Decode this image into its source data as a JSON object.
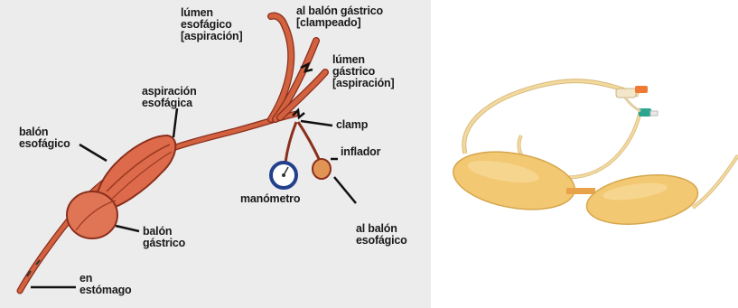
{
  "diagram": {
    "labels": {
      "lumen_esofagico": "lúmen\nesofágico\n[aspiración]",
      "al_balon_gastrico": "al balón gástrico\n[clampeado]",
      "lumen_gastrico": "lúmen\ngástrico\n[aspiración]",
      "aspiracion_esofagica": "aspiración\nesofágica",
      "clamp": "clamp",
      "balon_esofagico": "balón\nesofágico",
      "inflador": "inflador",
      "manometro": "manómetro",
      "balon_gastrico": "balón\ngástrico",
      "al_balon_esofagico": "al balón\nesofágico",
      "en_estomago": "en\nestómago"
    },
    "colors": {
      "tube": "#d2613f",
      "tube_dark": "#8a2f1c",
      "panel_bg": "#ececec",
      "manometer": "#22418c",
      "photo_tube": "#f1d9a0"
    }
  }
}
